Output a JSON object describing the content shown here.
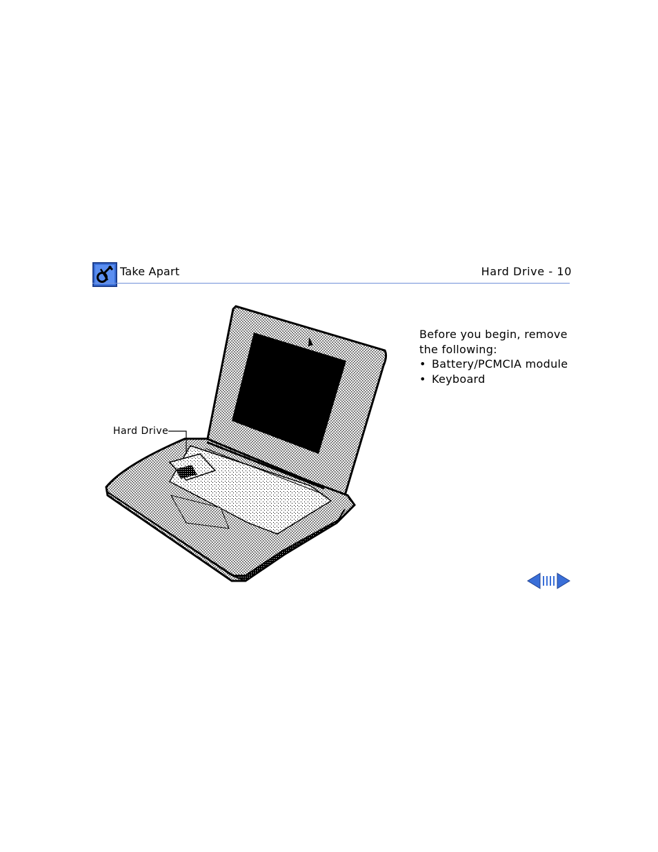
{
  "header": {
    "section_title": "Take Apart",
    "page_title": "Hard Drive - 10",
    "icon": "tools-icon",
    "accent_color": "#3a6fd8",
    "rule_color": "#6f8fd8"
  },
  "figure": {
    "subject": "laptop-open-top-case-illustration",
    "callout_label": "Hard Drive"
  },
  "instructions": {
    "intro": "Before you begin, remove the following:",
    "bullet_char": "•",
    "items": [
      "Battery/PCMCIA module",
      "Keyboard"
    ]
  },
  "navigation": {
    "prev_icon": "left-arrow-icon",
    "index_icon": "index-bars-icon",
    "next_icon": "right-arrow-icon",
    "color": "#3a6fd8"
  }
}
